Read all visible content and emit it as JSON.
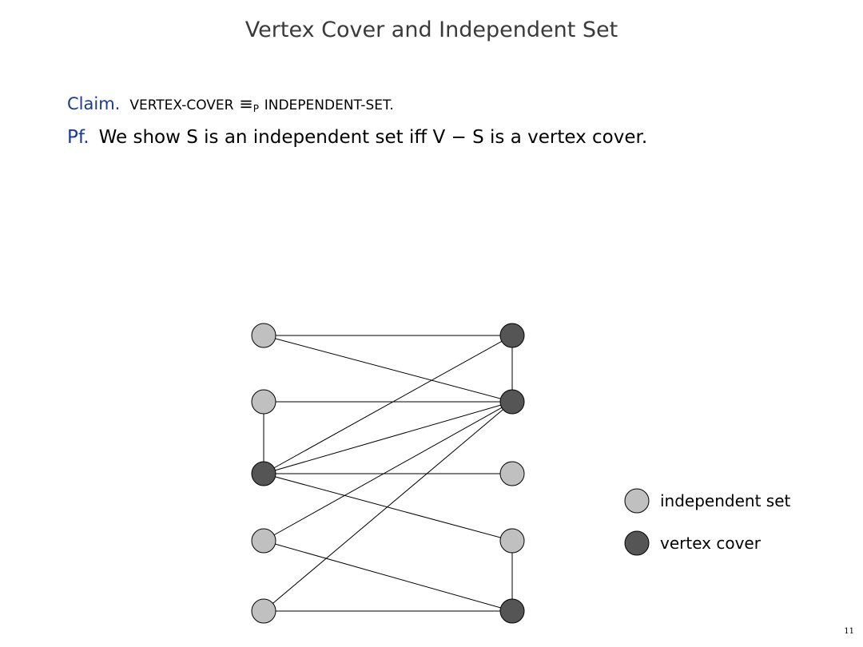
{
  "title": "Vertex Cover and Independent Set",
  "claim": {
    "label": "Claim.",
    "left": "VERTEX-COVER",
    "equiv": "≡",
    "sub": "P",
    "right": "INDEPENDENT-SET."
  },
  "proof": {
    "label": "Pf.",
    "text": "We show S is an independent set iff V − S is a vertex cover."
  },
  "colors": {
    "accent": "#1a3a9a",
    "independent": "#c0c0c0",
    "cover": "#555555"
  },
  "graph": {
    "nodes": [
      {
        "id": "L1",
        "side": "left",
        "row": 0,
        "type": "independent"
      },
      {
        "id": "L2",
        "side": "left",
        "row": 1,
        "type": "independent"
      },
      {
        "id": "L3",
        "side": "left",
        "row": 2,
        "type": "cover"
      },
      {
        "id": "L4",
        "side": "left",
        "row": 3,
        "type": "independent"
      },
      {
        "id": "L5",
        "side": "left",
        "row": 4,
        "type": "independent"
      },
      {
        "id": "R1",
        "side": "right",
        "row": 0,
        "type": "cover"
      },
      {
        "id": "R2",
        "side": "right",
        "row": 1,
        "type": "cover"
      },
      {
        "id": "R3",
        "side": "right",
        "row": 2,
        "type": "independent"
      },
      {
        "id": "R4",
        "side": "right",
        "row": 3,
        "type": "independent"
      },
      {
        "id": "R5",
        "side": "right",
        "row": 4,
        "type": "cover"
      }
    ],
    "edges": [
      [
        "L1",
        "R1"
      ],
      [
        "L1",
        "R2"
      ],
      [
        "L2",
        "R2"
      ],
      [
        "L2",
        "L3"
      ],
      [
        "L3",
        "R1"
      ],
      [
        "L3",
        "R2"
      ],
      [
        "L3",
        "R3"
      ],
      [
        "L3",
        "R4"
      ],
      [
        "L4",
        "R2"
      ],
      [
        "L4",
        "R5"
      ],
      [
        "L5",
        "R2"
      ],
      [
        "L5",
        "R5"
      ],
      [
        "R1",
        "R2"
      ],
      [
        "R4",
        "R5"
      ]
    ]
  },
  "legend": [
    {
      "type": "independent",
      "label": "independent set"
    },
    {
      "type": "cover",
      "label": "vertex cover"
    }
  ],
  "page_number": "11"
}
